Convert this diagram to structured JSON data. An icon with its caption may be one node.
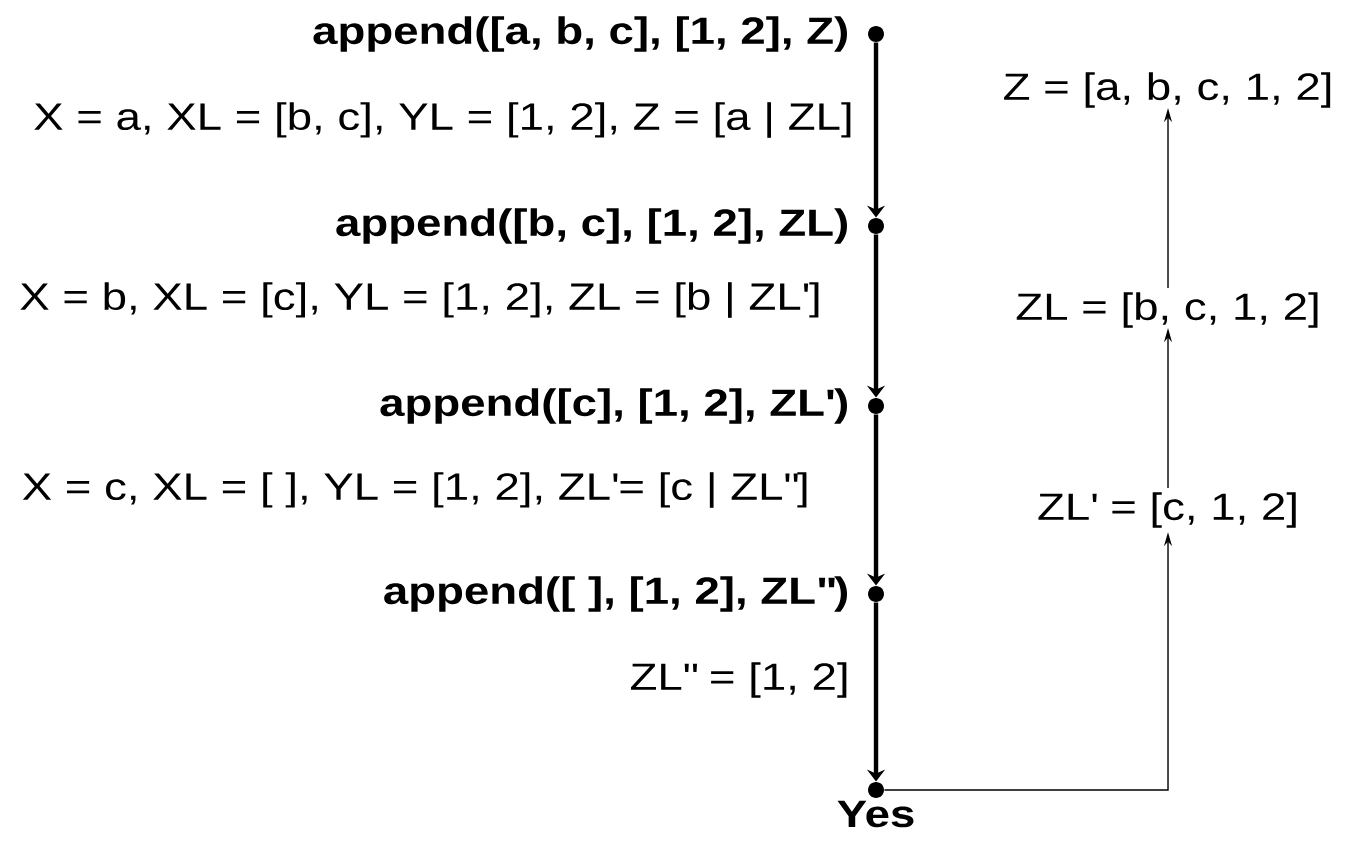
{
  "diagram": {
    "nodes": [
      {
        "text": [],
        "shape": "circle",
        "beside": [
          "append([a, b, c], [1, 2], Z)"
        ]
      },
      {
        "text": [],
        "shape": "circle",
        "beside": [
          "append([b, c], [1, 2], ZL)"
        ]
      },
      {
        "text": [],
        "shape": "circle",
        "beside": [
          "append([c], [1, 2], ZL')"
        ]
      },
      {
        "text": [],
        "shape": "circle",
        "beside": [
          "append([ ], [1, 2], ZL\")"
        ]
      },
      {
        "text": [],
        "shape": "circle",
        "beside": [
          "Yes"
        ]
      },
      {
        "text": [
          "Z = [a, b, c, 1, 2]"
        ]
      },
      {
        "text": [
          "ZL = [b, c, 1, 2]"
        ]
      },
      {
        "text": [
          "ZL' = [c, 1, 2]"
        ]
      }
    ],
    "edges": [
      {
        "from": 0,
        "to": 1,
        "arrow": "to",
        "label": "X = a, XL = [b, c], YL = [1, 2], Z = [a | ZL]"
      },
      {
        "from": 1,
        "to": 2,
        "arrow": "to",
        "label": "X = b, XL = [c], YL = [1, 2], ZL = [b | ZL']"
      },
      {
        "from": 2,
        "to": 3,
        "arrow": "to",
        "label": "X = c, XL = [ ], YL = [1, 2], ZL'= [c | ZL\"]"
      },
      {
        "from": 3,
        "to": 4,
        "arrow": "to",
        "label": "ZL\" = [1, 2]"
      },
      {
        "from": 4,
        "to": 7,
        "arrow": "to"
      },
      {
        "from": 7,
        "to": 6,
        "arrow": "to"
      },
      {
        "from": 6,
        "to": 5,
        "arrow": "to"
      }
    ]
  }
}
